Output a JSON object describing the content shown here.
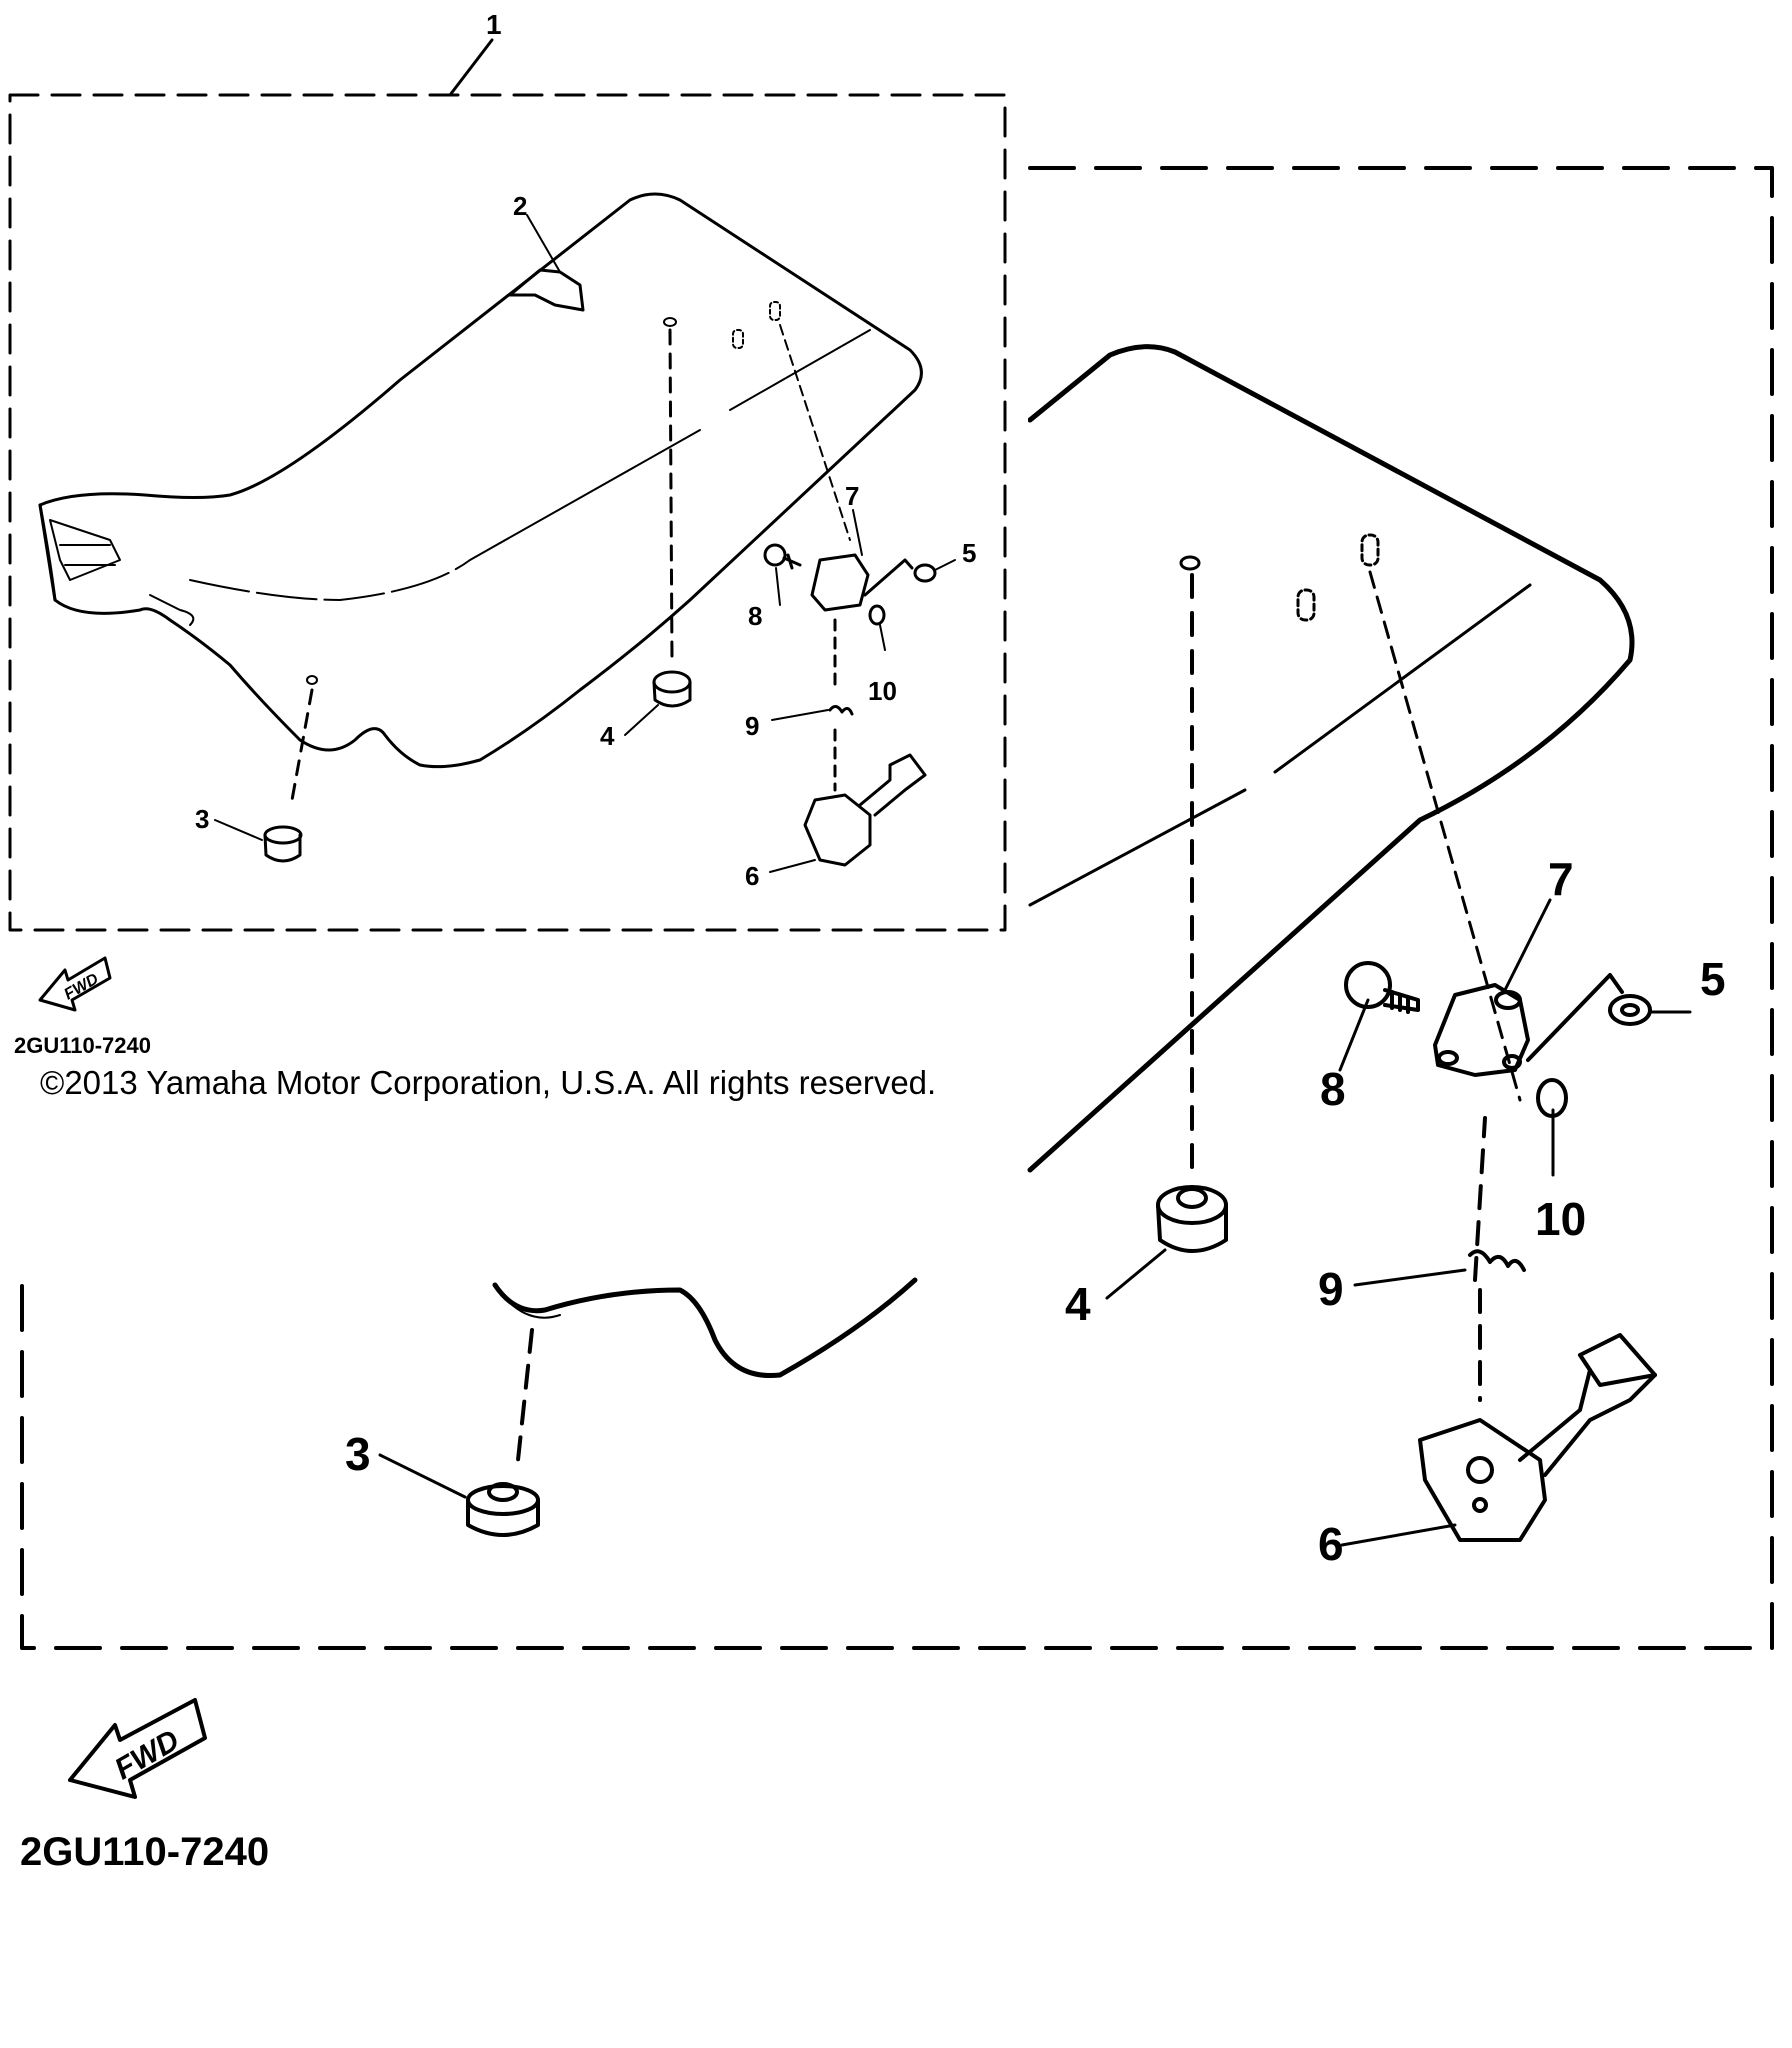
{
  "copyright": "©2013 Yamaha Motor Corporation, U.S.A. All rights reserved.",
  "diagram_code": "2GU110-7240",
  "fwd_label": "FWD",
  "callouts": {
    "c1": "1",
    "c2": "2",
    "c3": "3",
    "c4": "4",
    "c5": "5",
    "c6": "6",
    "c7": "7",
    "c8": "8",
    "c9": "9",
    "c10": "10"
  },
  "colors": {
    "line": "#000000",
    "background": "#ffffff"
  }
}
